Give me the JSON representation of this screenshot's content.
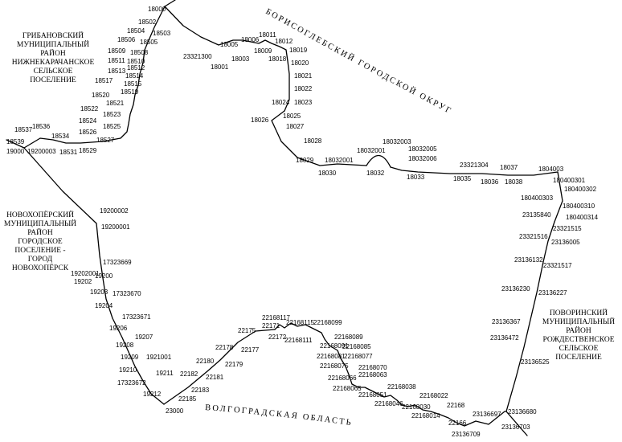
{
  "regions": {
    "north_west": [
      "ГРИБАНОВСКИЙ",
      "МУНИЦИПАЛЬНЫЙ",
      "РАЙОН",
      "НИЖНЕКАРАЧАНСКОЕ",
      "СЕЛЬСКОЕ",
      "ПОСЕЛЕНИЕ"
    ],
    "west": [
      "НОВОХОПЁРСКИЙ",
      "МУНИЦИПАЛЬНЫЙ",
      "РАЙОН",
      "ГОРОДСКОЕ",
      "ПОСЕЛЕНИЕ -",
      "ГОРОД",
      "НОВОХОПЁРСК"
    ],
    "east": [
      "ПОВОРИНСКИЙ",
      "МУНИЦИПАЛЬНЫЙ",
      "РАЙОН",
      "РОЖДЕСТВЕНСКОЕ",
      "СЕЛЬСКОЕ",
      "ПОСЕЛЕНИЕ"
    ],
    "north": "БОРИСОГЛЕБСКИЙ ГОРОДСКОЙ ОКРУГ",
    "south": "ВОЛГОГРАДСКАЯ ОБЛАСТЬ"
  },
  "points": [
    {
      "id": "18000",
      "label": "18000"
    },
    {
      "id": "18502",
      "label": "18502"
    },
    {
      "id": "18503",
      "label": "18503"
    },
    {
      "id": "18504",
      "label": "18504"
    },
    {
      "id": "18506",
      "label": "18506"
    },
    {
      "id": "18505",
      "label": "18505"
    },
    {
      "id": "18508",
      "label": "18508"
    },
    {
      "id": "18509",
      "label": "18509"
    },
    {
      "id": "18510",
      "label": "18510"
    },
    {
      "id": "18511",
      "label": "18511"
    },
    {
      "id": "18512",
      "label": "18512"
    },
    {
      "id": "18513",
      "label": "18513"
    },
    {
      "id": "18514",
      "label": "18514"
    },
    {
      "id": "18517",
      "label": "18517"
    },
    {
      "id": "18515",
      "label": "18515"
    },
    {
      "id": "18519",
      "label": "18519"
    },
    {
      "id": "18520",
      "label": "18520"
    },
    {
      "id": "18521",
      "label": "18521"
    },
    {
      "id": "18522",
      "label": "18522"
    },
    {
      "id": "18523",
      "label": "18523"
    },
    {
      "id": "18524",
      "label": "18524"
    },
    {
      "id": "18525",
      "label": "18525"
    },
    {
      "id": "18526",
      "label": "18526"
    },
    {
      "id": "18527",
      "label": "18527"
    },
    {
      "id": "18529",
      "label": "18529"
    },
    {
      "id": "18531",
      "label": "18531"
    },
    {
      "id": "18534",
      "label": "18534"
    },
    {
      "id": "18536",
      "label": "18536"
    },
    {
      "id": "18537",
      "label": "18537"
    },
    {
      "id": "18539",
      "label": "18539"
    },
    {
      "id": "19000",
      "label": "19000"
    },
    {
      "id": "19200003",
      "label": "19200003"
    },
    {
      "id": "19200002",
      "label": "19200002"
    },
    {
      "id": "19200001",
      "label": "19200001"
    },
    {
      "id": "17323669",
      "label": "17323669"
    },
    {
      "id": "19202001",
      "label": "19202001"
    },
    {
      "id": "19200",
      "label": "19200"
    },
    {
      "id": "19202",
      "label": "19202"
    },
    {
      "id": "19203",
      "label": "19203"
    },
    {
      "id": "17323670",
      "label": "17323670"
    },
    {
      "id": "19204",
      "label": "19204"
    },
    {
      "id": "17323671",
      "label": "17323671"
    },
    {
      "id": "19206",
      "label": "19206"
    },
    {
      "id": "19207",
      "label": "19207"
    },
    {
      "id": "19208",
      "label": "19208"
    },
    {
      "id": "19209",
      "label": "19209"
    },
    {
      "id": "1921001",
      "label": "1921001"
    },
    {
      "id": "19210",
      "label": "19210"
    },
    {
      "id": "19211",
      "label": "19211"
    },
    {
      "id": "17323672",
      "label": "17323672"
    },
    {
      "id": "19212",
      "label": "19212"
    },
    {
      "id": "23000",
      "label": "23000"
    },
    {
      "id": "22185",
      "label": "22185"
    },
    {
      "id": "22183",
      "label": "22183"
    },
    {
      "id": "22182",
      "label": "22182"
    },
    {
      "id": "22181",
      "label": "22181"
    },
    {
      "id": "22180",
      "label": "22180"
    },
    {
      "id": "22179",
      "label": "22179"
    },
    {
      "id": "22178",
      "label": "22178"
    },
    {
      "id": "22177",
      "label": "22177"
    },
    {
      "id": "22175",
      "label": "22175"
    },
    {
      "id": "22172",
      "label": "22172"
    },
    {
      "id": "22171",
      "label": "22171"
    },
    {
      "id": "22168117",
      "label": "22168117"
    },
    {
      "id": "22168115",
      "label": "22168115"
    },
    {
      "id": "22168111",
      "label": "22168111"
    },
    {
      "id": "22168099",
      "label": "22168099"
    },
    {
      "id": "22168089",
      "label": "22168089"
    },
    {
      "id": "22168091",
      "label": "22168091"
    },
    {
      "id": "22168085",
      "label": "22168085"
    },
    {
      "id": "22168081",
      "label": "22168081"
    },
    {
      "id": "22168077",
      "label": "22168077"
    },
    {
      "id": "22168075",
      "label": "22168075"
    },
    {
      "id": "22168070",
      "label": "22168070"
    },
    {
      "id": "22168063",
      "label": "22168063"
    },
    {
      "id": "22168066",
      "label": "22168066"
    },
    {
      "id": "22168065",
      "label": "22168065"
    },
    {
      "id": "22168038",
      "label": "22168038"
    },
    {
      "id": "22168051",
      "label": "22168051"
    },
    {
      "id": "22168046",
      "label": "22168046"
    },
    {
      "id": "22168030",
      "label": "22168030"
    },
    {
      "id": "22168022",
      "label": "22168022"
    },
    {
      "id": "22168014",
      "label": "22168014"
    },
    {
      "id": "22168",
      "label": "22168"
    },
    {
      "id": "22166",
      "label": "22166"
    },
    {
      "id": "23136709",
      "label": "23136709"
    },
    {
      "id": "23136703",
      "label": "23136703"
    },
    {
      "id": "23136697",
      "label": "23136697"
    },
    {
      "id": "23136680",
      "label": "23136680"
    },
    {
      "id": "23136525",
      "label": "23136525"
    },
    {
      "id": "23136472",
      "label": "23136472"
    },
    {
      "id": "23136367",
      "label": "23136367"
    },
    {
      "id": "23136230",
      "label": "23136230"
    },
    {
      "id": "23136227",
      "label": "23136227"
    },
    {
      "id": "23136132",
      "label": "23136132"
    },
    {
      "id": "23321517",
      "label": "23321517"
    },
    {
      "id": "23321516",
      "label": "23321516"
    },
    {
      "id": "23136005",
      "label": "23136005"
    },
    {
      "id": "23321515",
      "label": "23321515"
    },
    {
      "id": "23135840",
      "label": "23135840"
    },
    {
      "id": "180400314",
      "label": "180400314"
    },
    {
      "id": "180400310",
      "label": "180400310"
    },
    {
      "id": "180400303",
      "label": "180400303"
    },
    {
      "id": "180400302",
      "label": "180400302"
    },
    {
      "id": "180400301",
      "label": "180400301"
    },
    {
      "id": "1804003",
      "label": "1804003"
    },
    {
      "id": "18037",
      "label": "18037"
    },
    {
      "id": "18038",
      "label": "18038"
    },
    {
      "id": "18036",
      "label": "18036"
    },
    {
      "id": "23321304",
      "label": "23321304"
    },
    {
      "id": "18035",
      "label": "18035"
    },
    {
      "id": "18033",
      "label": "18033"
    },
    {
      "id": "18032006",
      "label": "18032006"
    },
    {
      "id": "18032005",
      "label": "18032005"
    },
    {
      "id": "18032003",
      "label": "18032003"
    },
    {
      "id": "18032001",
      "label": "18032001"
    },
    {
      "id": "18032",
      "label": "18032"
    },
    {
      "id": "18030",
      "label": "18030"
    },
    {
      "id": "18032001b",
      "label": "18032001"
    },
    {
      "id": "18029",
      "label": "18029"
    },
    {
      "id": "18028",
      "label": "18028"
    },
    {
      "id": "18027",
      "label": "18027"
    },
    {
      "id": "18026",
      "label": "18026"
    },
    {
      "id": "18025",
      "label": "18025"
    },
    {
      "id": "18024",
      "label": "18024"
    },
    {
      "id": "18023",
      "label": "18023"
    },
    {
      "id": "18022",
      "label": "18022"
    },
    {
      "id": "18021",
      "label": "18021"
    },
    {
      "id": "18020",
      "label": "18020"
    },
    {
      "id": "18019",
      "label": "18019"
    },
    {
      "id": "18018",
      "label": "18018"
    },
    {
      "id": "18012",
      "label": "18012"
    },
    {
      "id": "18011",
      "label": "18011"
    },
    {
      "id": "18009",
      "label": "18009"
    },
    {
      "id": "18006",
      "label": "18006"
    },
    {
      "id": "18005",
      "label": "18005"
    },
    {
      "id": "18003",
      "label": "18003"
    },
    {
      "id": "18001",
      "label": "18001"
    },
    {
      "id": "23321300",
      "label": "23321300"
    }
  ]
}
